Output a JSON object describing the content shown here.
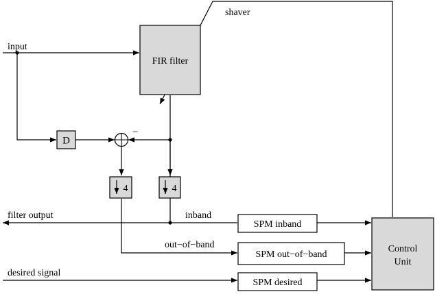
{
  "labels": {
    "input": "input",
    "shaver": "shaver",
    "fir_filter": "FIR filter",
    "delay": "D",
    "sum_sign": "−",
    "downsample_left": "4",
    "downsample_right": "4",
    "filter_output": "filter output",
    "inband": "inband",
    "out_of_band": "out−of−band",
    "desired_signal": "desired signal",
    "spm_inband": "SPM inband",
    "spm_out_of_band": "SPM out−of−band",
    "spm_desired": "SPM desired",
    "control_unit_line1": "Control",
    "control_unit_line2": "Unit"
  },
  "colors": {
    "block_fill": "#d9d9d9",
    "line": "#000000"
  }
}
